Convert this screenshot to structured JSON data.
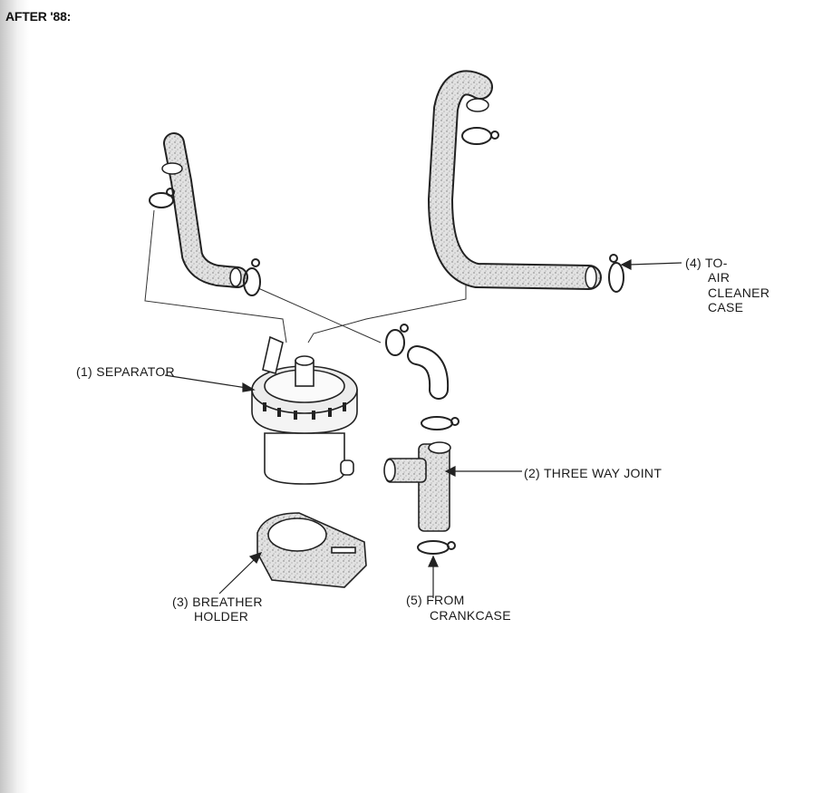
{
  "header": {
    "title": "AFTER '88:"
  },
  "labels": {
    "separator": "(1) SEPARATOR",
    "three_way_joint": "(2) THREE WAY JOINT",
    "breather_holder_1": "(3) BREATHER",
    "breather_holder_2": "HOLDER",
    "to_air_cleaner_1": "(4) TO-",
    "to_air_cleaner_2": "AIR",
    "to_air_cleaner_3": "CLEANER",
    "to_air_cleaner_4": "CASE",
    "from_crankcase_1": "(5) FROM",
    "from_crankcase_2": "CRANKCASE"
  },
  "colors": {
    "ink": "#1a1a1a",
    "paper": "#ffffff",
    "hose_fill": "#d9d9d9"
  }
}
